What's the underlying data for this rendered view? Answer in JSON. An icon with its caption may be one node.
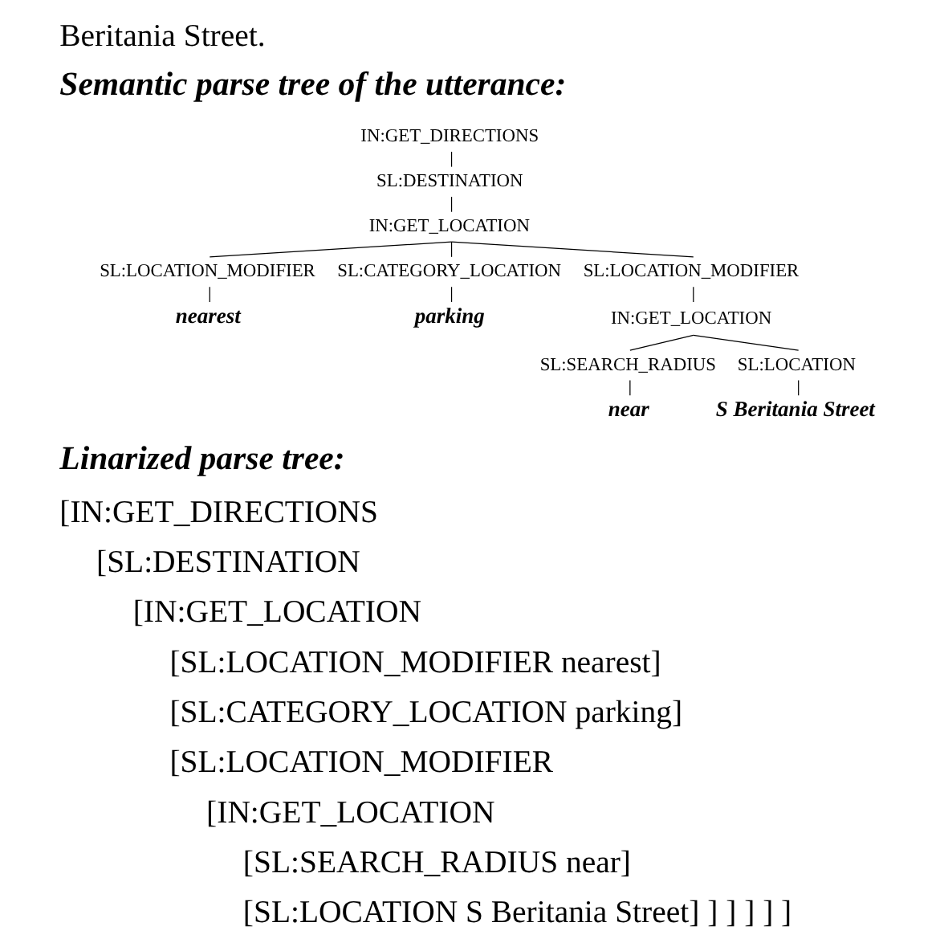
{
  "diagram": {
    "nodes": [
      {
        "text": [
          "IN:GET_DIRECTIONS"
        ]
      },
      {
        "text": [
          "SL:DESTINATION"
        ]
      },
      {
        "text": [
          "IN:GET_LOCATION"
        ]
      },
      {
        "text": [
          "SL:LOCATION_MODIFIER"
        ]
      },
      {
        "text": [
          "SL:CATEGORY_LOCATION"
        ]
      },
      {
        "text": [
          "SL:LOCATION_MODIFIER"
        ]
      },
      {
        "text": [
          "nearest"
        ]
      },
      {
        "text": [
          "parking"
        ]
      },
      {
        "text": [
          "IN:GET_LOCATION"
        ]
      },
      {
        "text": [
          "SL:SEARCH_RADIUS"
        ]
      },
      {
        "text": [
          "SL:LOCATION"
        ]
      },
      {
        "text": [
          "near"
        ]
      },
      {
        "text": [
          "S Beritania Street"
        ]
      }
    ],
    "edges": [
      {
        "from": 0,
        "to": 1,
        "arrow": "none"
      },
      {
        "from": 1,
        "to": 2,
        "arrow": "none"
      },
      {
        "from": 2,
        "to": 3,
        "arrow": "none"
      },
      {
        "from": 2,
        "to": 4,
        "arrow": "none"
      },
      {
        "from": 2,
        "to": 5,
        "arrow": "none"
      },
      {
        "from": 3,
        "to": 6,
        "arrow": "none"
      },
      {
        "from": 4,
        "to": 7,
        "arrow": "none"
      },
      {
        "from": 5,
        "to": 8,
        "arrow": "none"
      },
      {
        "from": 8,
        "to": 9,
        "arrow": "none"
      },
      {
        "from": 8,
        "to": 10,
        "arrow": "none"
      },
      {
        "from": 9,
        "to": 11,
        "arrow": "none"
      },
      {
        "from": 10,
        "to": 12,
        "arrow": "none"
      }
    ],
    "labels": [
      "Beritania Street.",
      "Semantic parse tree of the utterance:",
      "Linarized parse tree:",
      "[IN:GET_DIRECTIONS",
      "[SL:DESTINATION",
      "[IN:GET_LOCATION",
      "[SL:LOCATION_MODIFIER nearest]",
      "[SL:CATEGORY_LOCATION parking]",
      "[SL:LOCATION_MODIFIER",
      "[IN:GET_LOCATION",
      "[SL:SEARCH_RADIUS near]",
      "[SL:LOCATION S Beritania Street] ] ] ] ] ]"
    ]
  }
}
